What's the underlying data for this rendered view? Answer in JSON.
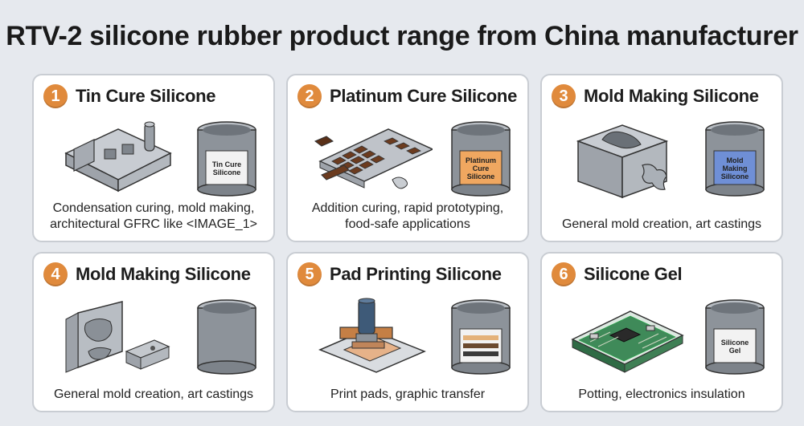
{
  "title": "RTV-2 silicone rubber product range from China manufacturer",
  "cards": [
    {
      "num": "1",
      "title": "Tin Cure Silicone",
      "jar_label": "Tin Cure Silicone",
      "jar_label_color": "#f2f2f2",
      "illustration": "gfrc-architectural-panel",
      "desc_line1": "Condensation curing, mold making,",
      "desc_line2": "architectural GFRC like <IMAGE_1>"
    },
    {
      "num": "2",
      "title": "Platinum Cure Silicone",
      "jar_label": "Platinum Cure Silicone",
      "jar_label_color": "#f0a760",
      "illustration": "chocolate-mold",
      "desc_line1": "Addition curing, rapid prototyping,",
      "desc_line2": "food-safe applications"
    },
    {
      "num": "3",
      "title": "Mold Making Silicone",
      "jar_label": "Mold Making Silicone",
      "jar_label_color": "#6f8fd6",
      "illustration": "mold-block-with-casting",
      "desc_line1": "General mold creation, art castings",
      "desc_line2": ""
    },
    {
      "num": "4",
      "title": "Mold Making Silicone",
      "jar_label": "",
      "jar_label_color": "",
      "illustration": "open-mold-block",
      "desc_line1": "General mold creation, art castings",
      "desc_line2": ""
    },
    {
      "num": "5",
      "title": "Pad Printing Silicone",
      "jar_label": "",
      "jar_label_color": "#e4b27a",
      "illustration": "pad-printer",
      "desc_line1": "Print pads, graphic transfer",
      "desc_line2": ""
    },
    {
      "num": "6",
      "title": "Silicone Gel",
      "jar_label": "Silicone Gel",
      "jar_label_color": "#f2f2f2",
      "illustration": "potted-circuit-board",
      "desc_line1": "Potting, electronics insulation",
      "desc_line2": ""
    }
  ]
}
